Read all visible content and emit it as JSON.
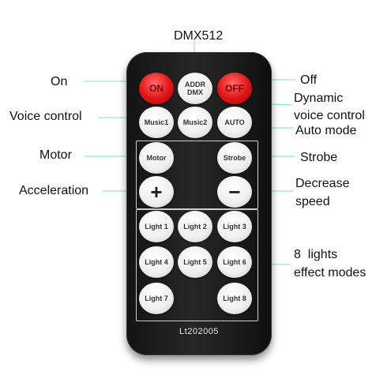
{
  "labels": {
    "top": "DMX512",
    "on": "On",
    "off": "Off",
    "dynamic": "Dynamic",
    "voice_control_right": "voice control",
    "voice_control_left": "Voice control",
    "auto_mode": "Auto mode",
    "motor": "Motor",
    "strobe": "Strobe",
    "acceleration": "Acceleration",
    "decrease": "Decrease",
    "speed": "speed",
    "eight_lights": "8  lights",
    "effect_modes": "effect modes"
  },
  "buttons": {
    "on": "ON",
    "addr_line1": "ADDR",
    "addr_line2": "DMX",
    "off": "OFF",
    "music1": "Music1",
    "music2": "Music2",
    "auto": "AUTO",
    "motor": "Motor",
    "strobe": "Strobe",
    "plus": "+",
    "minus": "−",
    "light1": "Light 1",
    "light2": "Light 2",
    "light3": "Light 3",
    "light4": "Light 4",
    "light5": "Light 5",
    "light6": "Light 6",
    "light7": "Light 7",
    "light8": "Light 8"
  },
  "model": "Lt202005",
  "colors": {
    "remote_body": "#1c1c1c",
    "button_red": "#e01414",
    "button_white": "#f0f0f0",
    "callout_line": "#7fd8e6"
  }
}
